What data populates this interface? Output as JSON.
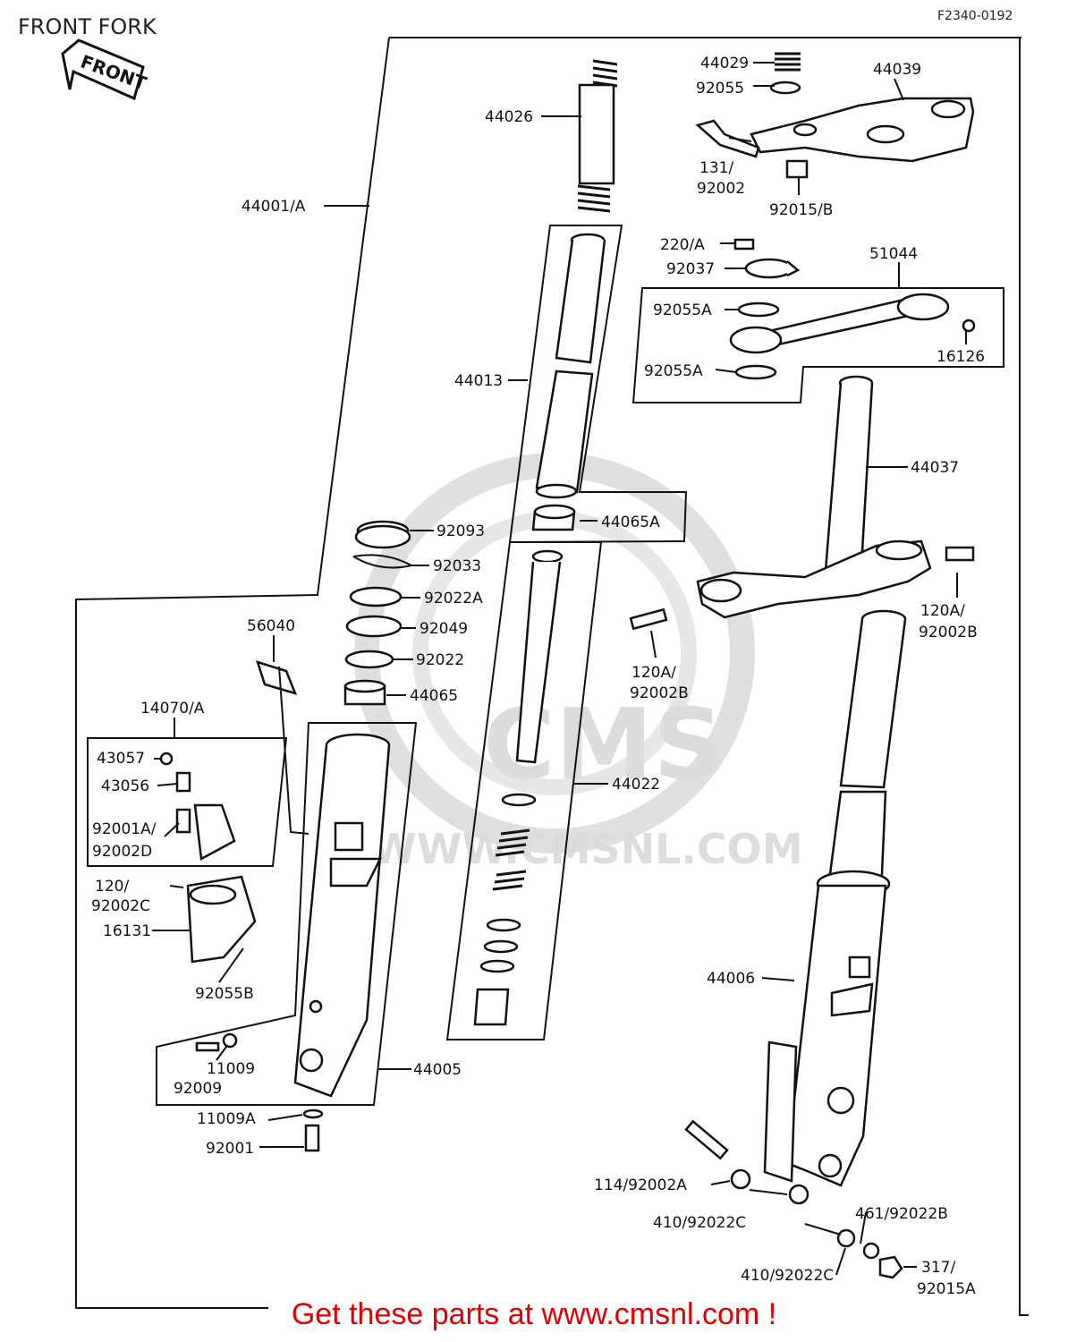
{
  "header": {
    "title": "FRONT FORK",
    "figure_code": "F2340-0192",
    "front_arrow": "FRONT"
  },
  "watermark": {
    "logo": "CMS",
    "url": "WWW.CMSNL.COM"
  },
  "labels": [
    {
      "id": "44029",
      "text": "44029"
    },
    {
      "id": "44039",
      "text": "44039"
    },
    {
      "id": "92055",
      "text": "92055"
    },
    {
      "id": "44026",
      "text": "44026"
    },
    {
      "id": "131",
      "text": "131/"
    },
    {
      "id": "92002",
      "text": "92002"
    },
    {
      "id": "92015b",
      "text": "92015/B"
    },
    {
      "id": "44001a",
      "text": "44001/A"
    },
    {
      "id": "220a",
      "text": "220/A"
    },
    {
      "id": "51044",
      "text": "51044"
    },
    {
      "id": "92037",
      "text": "92037"
    },
    {
      "id": "92055a1",
      "text": "92055A"
    },
    {
      "id": "16126",
      "text": "16126"
    },
    {
      "id": "92055a2",
      "text": "92055A"
    },
    {
      "id": "44013",
      "text": "44013"
    },
    {
      "id": "44037",
      "text": "44037"
    },
    {
      "id": "44065a",
      "text": "44065A"
    },
    {
      "id": "92093",
      "text": "92093"
    },
    {
      "id": "92033",
      "text": "92033"
    },
    {
      "id": "92022a",
      "text": "92022A"
    },
    {
      "id": "92049",
      "text": "92049"
    },
    {
      "id": "92022",
      "text": "92022"
    },
    {
      "id": "44065",
      "text": "44065"
    },
    {
      "id": "56040",
      "text": "56040"
    },
    {
      "id": "120a_1",
      "text": "120A/"
    },
    {
      "id": "92002b_1",
      "text": "92002B"
    },
    {
      "id": "120a_2",
      "text": "120A/"
    },
    {
      "id": "92002b_2",
      "text": "92002B"
    },
    {
      "id": "14070a",
      "text": "14070/A"
    },
    {
      "id": "43057",
      "text": "43057"
    },
    {
      "id": "43056",
      "text": "43056"
    },
    {
      "id": "92001a",
      "text": "92001A/"
    },
    {
      "id": "92002d",
      "text": "92002D"
    },
    {
      "id": "44022",
      "text": "44022"
    },
    {
      "id": "120",
      "text": "120/"
    },
    {
      "id": "92002c",
      "text": "92002C"
    },
    {
      "id": "16131",
      "text": "16131"
    },
    {
      "id": "92055b",
      "text": "92055B"
    },
    {
      "id": "44006",
      "text": "44006"
    },
    {
      "id": "11009",
      "text": "11009"
    },
    {
      "id": "92009",
      "text": "92009"
    },
    {
      "id": "44005",
      "text": "44005"
    },
    {
      "id": "11009a",
      "text": "11009A"
    },
    {
      "id": "92001",
      "text": "92001"
    },
    {
      "id": "114",
      "text": "114/92002A"
    },
    {
      "id": "410_1",
      "text": "410/92022C"
    },
    {
      "id": "461",
      "text": "461/92022B"
    },
    {
      "id": "410_2",
      "text": "410/92022C"
    },
    {
      "id": "317",
      "text": "317/"
    },
    {
      "id": "92015a",
      "text": "92015A"
    }
  ],
  "footer": {
    "text": "Get these parts at www.cmsnl.com !"
  },
  "colors": {
    "footer": "#e00000",
    "watermark": "#d9d9d9",
    "line": "#111111"
  }
}
